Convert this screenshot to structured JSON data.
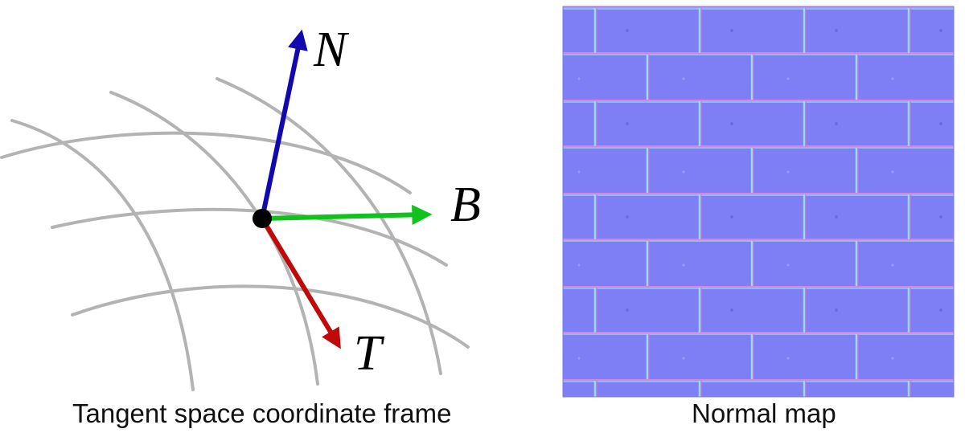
{
  "tangent_panel": {
    "vector_labels": {
      "normal": "N",
      "bitangent": "B",
      "tangent": "T"
    },
    "vector_colors": {
      "normal": "#1108b0",
      "bitangent": "#11c21c",
      "tangent": "#c00a0a"
    },
    "grid_color": "#b3b3b3",
    "caption": "Tangent space coordinate frame"
  },
  "normal_map_panel": {
    "base_color": "#7f7ff5",
    "caption": "Normal map"
  }
}
